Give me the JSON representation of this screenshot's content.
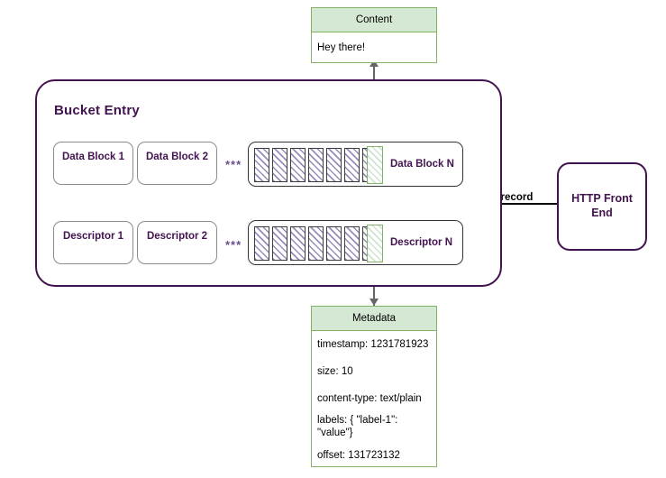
{
  "diagram": {
    "content_box": {
      "header": "Content",
      "body": "Hey there!"
    },
    "metadata_box": {
      "header": "Metadata",
      "rows": [
        "timestamp: 1231781923",
        "size: 10",
        "content-type: text/plain",
        "labels: { \"label-1\": \"value\"}",
        "offset: 131723132"
      ]
    },
    "bucket_entry": {
      "title": "Bucket Entry",
      "data_blocks": {
        "first": "Data Block 1",
        "second": "Data Block 2",
        "ellipsis": "***",
        "last": "Data Block N",
        "hatched_count": 7,
        "active_count": 1
      },
      "descriptors": {
        "first": "Descriptor 1",
        "second": "Descriptor 2",
        "ellipsis": "***",
        "last": "Descriptor N",
        "hatched_count": 7,
        "active_count": 1
      }
    },
    "http_front_end": {
      "line1": "HTTP Front",
      "line2": "End"
    },
    "edges": {
      "new_record": "new record"
    },
    "colors": {
      "purple": "#42134f",
      "green_fill": "#d5e8d4",
      "green_border": "#82b366",
      "gray_border": "#8c8c8c",
      "connector": "#666666",
      "hatch_purple": "#9a8bbd"
    }
  }
}
